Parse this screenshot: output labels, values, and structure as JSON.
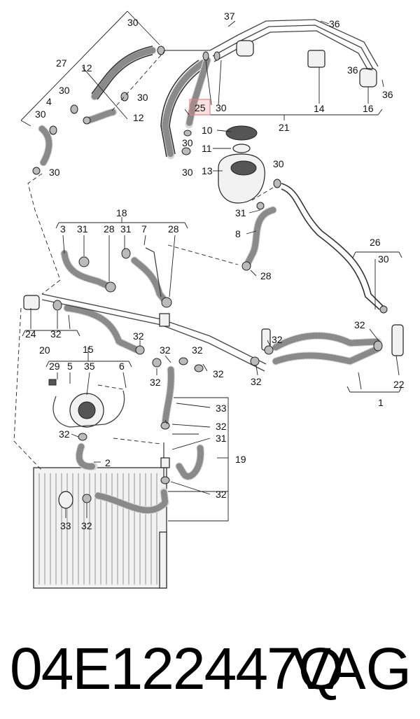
{
  "footer": {
    "part_number": "04E122447Q",
    "brand": "VAG"
  },
  "highlight_color": "#e08585",
  "callouts": {
    "c37": "37",
    "c36a": "36",
    "c36b": "36",
    "c36c": "36",
    "c30_top": "30",
    "c27": "27",
    "c12a": "12",
    "c12b": "12",
    "c30_a": "30",
    "c30_b": "30",
    "c4": "4",
    "c30_c": "30",
    "c30_d": "30",
    "c25": "25",
    "c30_e": "30",
    "c14": "14",
    "c16": "16",
    "c21": "21",
    "c10": "10",
    "c11": "11",
    "c13": "13",
    "c30_f": "30",
    "c30_g": "30",
    "c30_h": "30",
    "c31_a": "31",
    "c8": "8",
    "c28_a": "28",
    "c26": "26",
    "c30_i": "30",
    "c18": "18",
    "c3": "3",
    "c31_b": "31",
    "c28_b": "28",
    "c31_c": "31",
    "c7": "7",
    "c28_c": "28",
    "c24": "24",
    "c32_a": "32",
    "c20": "20",
    "c15": "15",
    "c29": "29",
    "c5": "5",
    "c35": "35",
    "c6": "6",
    "c32_b": "32",
    "c32_c": "32",
    "c32_d": "32",
    "c32_e": "32",
    "c32_f": "32",
    "c32_g": "32",
    "c22": "22",
    "c1": "1",
    "c32_h": "32",
    "c2": "2",
    "c33_a": "33",
    "c32_i": "32",
    "c31_d": "31",
    "c19": "19",
    "c32_j": "32",
    "c33_b": "33",
    "c32_k": "32"
  }
}
